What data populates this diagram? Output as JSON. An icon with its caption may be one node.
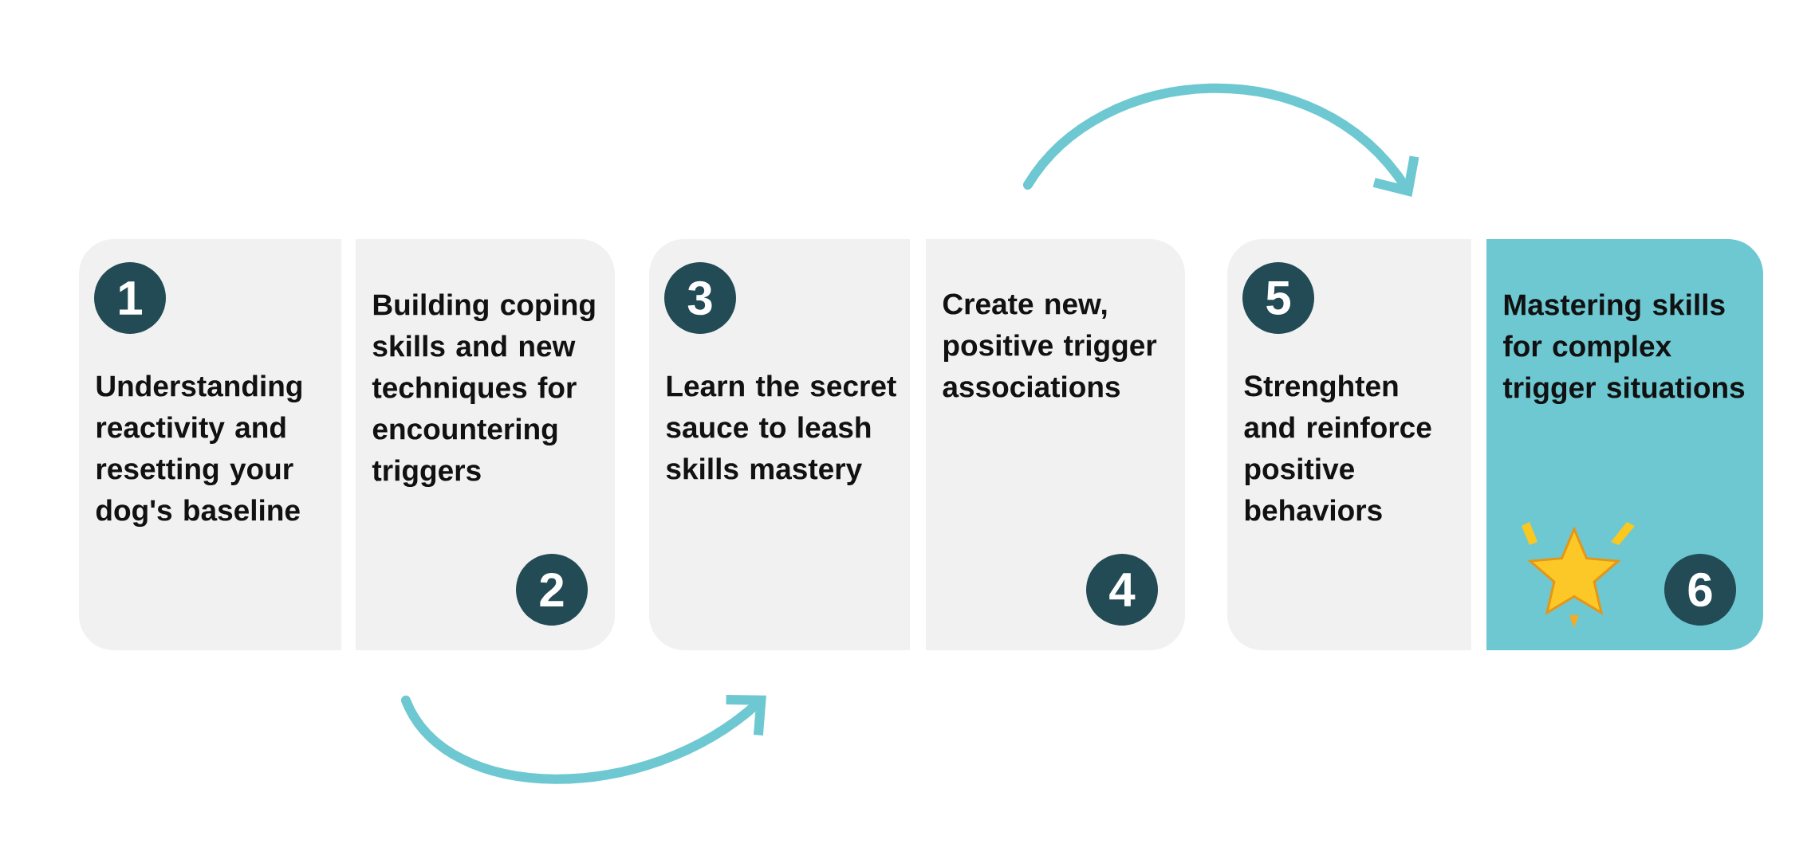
{
  "diagram": {
    "nodes": [
      {
        "text": [
          "1",
          "Understanding reactivity and resetting your dog's baseline"
        ]
      },
      {
        "text": [
          "Building coping skills and new techniques for encountering triggers",
          "2"
        ]
      },
      {
        "text": [
          "3",
          "Learn the secret sauce to leash skills mastery"
        ]
      },
      {
        "text": [
          "Create new, positive trigger associations",
          "4"
        ]
      },
      {
        "text": [
          "5",
          "Strenghten and reinforce positive behaviors"
        ]
      },
      {
        "text": [
          "Mastering skills for complex trigger situations",
          "6"
        ]
      }
    ],
    "edges": [
      {
        "from": 1,
        "to": 2,
        "arrow": "to"
      },
      {
        "from": 3,
        "to": 4,
        "arrow": "to"
      }
    ]
  }
}
